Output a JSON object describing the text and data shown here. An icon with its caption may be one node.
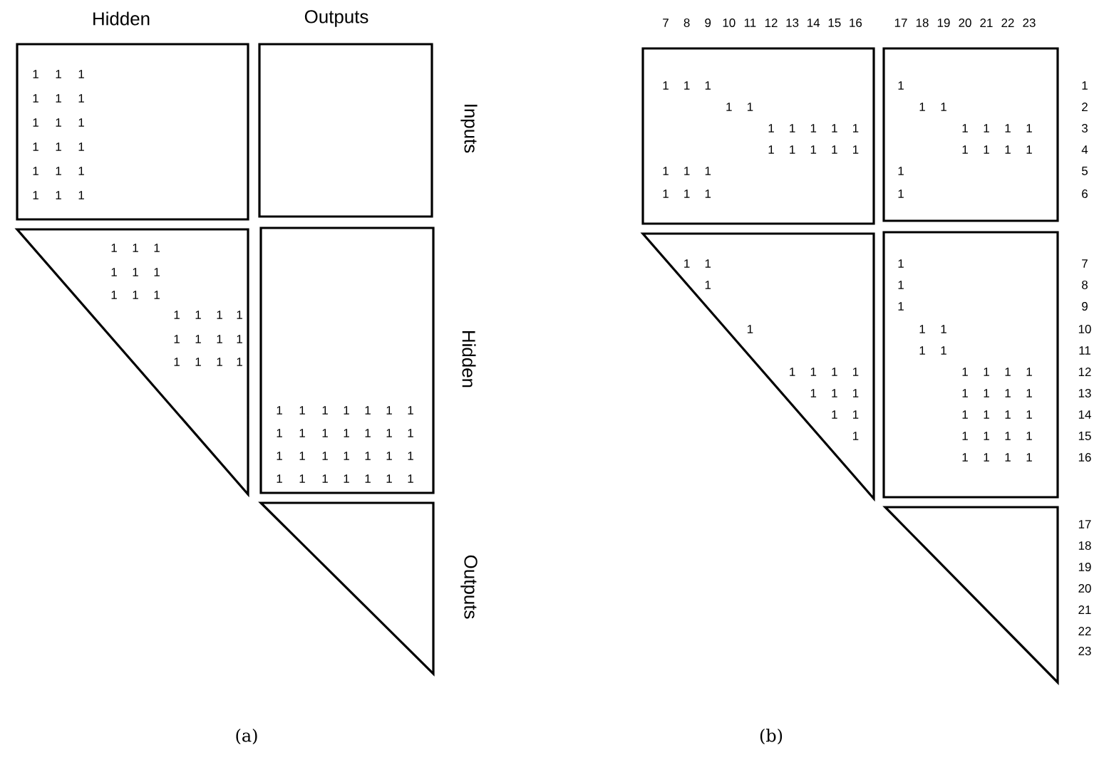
{
  "diagram": {
    "nodes": [
      {
        "text": [],
        "shape": "box"
      },
      {
        "text": [],
        "shape": "box"
      },
      {
        "text": [],
        "shape": "triangle"
      },
      {
        "text": [],
        "shape": "box"
      },
      {
        "text": [],
        "shape": "triangle"
      },
      {
        "text": [],
        "shape": "box"
      },
      {
        "text": [],
        "shape": "box"
      },
      {
        "text": [],
        "shape": "triangle"
      },
      {
        "text": [],
        "shape": "box"
      },
      {
        "text": [],
        "shape": "triangle"
      }
    ],
    "edges": [],
    "labels": [
      "Hidden",
      "Outputs",
      "Inputs",
      "Hidden",
      "Outputs",
      "1",
      "1",
      "1",
      "1",
      "1",
      "1",
      "1",
      "1",
      "1",
      "1",
      "1",
      "1",
      "1",
      "1",
      "1",
      "1",
      "1",
      "1",
      "1",
      "1",
      "1",
      "1",
      "1",
      "1",
      "1",
      "1",
      "1",
      "1",
      "1",
      "1",
      "1",
      "1",
      "1",
      "1",
      "1",
      "1",
      "1",
      "1",
      "1",
      "1",
      "1",
      "1",
      "1",
      "1",
      "1",
      "1",
      "1",
      "1",
      "1",
      "1",
      "1",
      "1",
      "1",
      "1",
      "1",
      "1",
      "1",
      "1",
      "1",
      "1",
      "1",
      "1",
      "1",
      "1",
      "1",
      "1",
      "1",
      "(a)",
      "7",
      "8",
      "9",
      "10",
      "11",
      "12",
      "13",
      "14",
      "15",
      "16",
      "17",
      "18",
      "19",
      "20",
      "21",
      "22",
      "23",
      "1",
      "1",
      "1",
      "1",
      "1",
      "1",
      "1",
      "1",
      "1",
      "2",
      "1",
      "1",
      "1",
      "1",
      "1",
      "1",
      "1",
      "1",
      "1",
      "3",
      "1",
      "1",
      "1",
      "1",
      "1",
      "1",
      "1",
      "1",
      "1",
      "4",
      "1",
      "1",
      "1",
      "1",
      "5",
      "1",
      "1",
      "1",
      "1",
      "6",
      "1",
      "1",
      "1",
      "7",
      "1",
      "1",
      "8",
      "1",
      "9",
      "1",
      "1",
      "1",
      "10",
      "1",
      "1",
      "11",
      "1",
      "1",
      "1",
      "1",
      "1",
      "1",
      "1",
      "1",
      "12",
      "1",
      "1",
      "1",
      "1",
      "1",
      "1",
      "1",
      "13",
      "1",
      "1",
      "1",
      "1",
      "1",
      "1",
      "14",
      "1",
      "1",
      "1",
      "1",
      "1",
      "15",
      "1",
      "1",
      "1",
      "1",
      "16",
      "17",
      "18",
      "19",
      "20",
      "21",
      "22",
      "23",
      "(b)"
    ]
  }
}
